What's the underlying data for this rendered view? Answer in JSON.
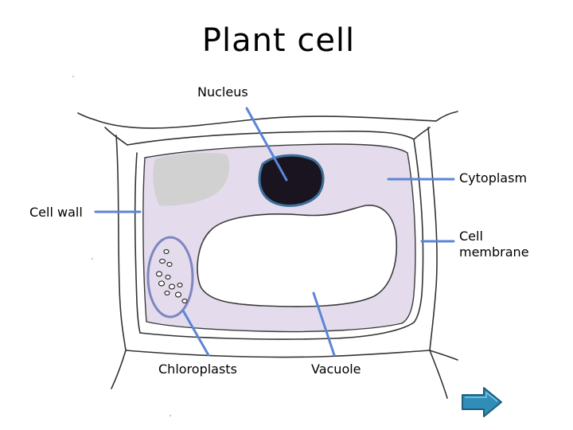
{
  "title": "Plant cell",
  "labels": {
    "nucleus": "Nucleus",
    "cytoplasm": "Cytoplasm",
    "cell_wall": "Cell wall",
    "cell_membrane_line1": "Cell",
    "cell_membrane_line2": "membrane",
    "chloroplasts": "Chloroplasts",
    "vacuole": "Vacuole"
  },
  "colors": {
    "pointer_line": "#5b86d6",
    "cytoplasm_fill": "#e4dcec",
    "wall_stroke": "#333333",
    "nucleus_fill": "#1a1420",
    "nucleus_outline": "#3b6f9a",
    "chloroplast_ring": "#7d86bf",
    "gray_patch": "#cfcfcf",
    "next_button": "#2f8db8"
  },
  "icons": {
    "next": "right-arrow-icon"
  }
}
